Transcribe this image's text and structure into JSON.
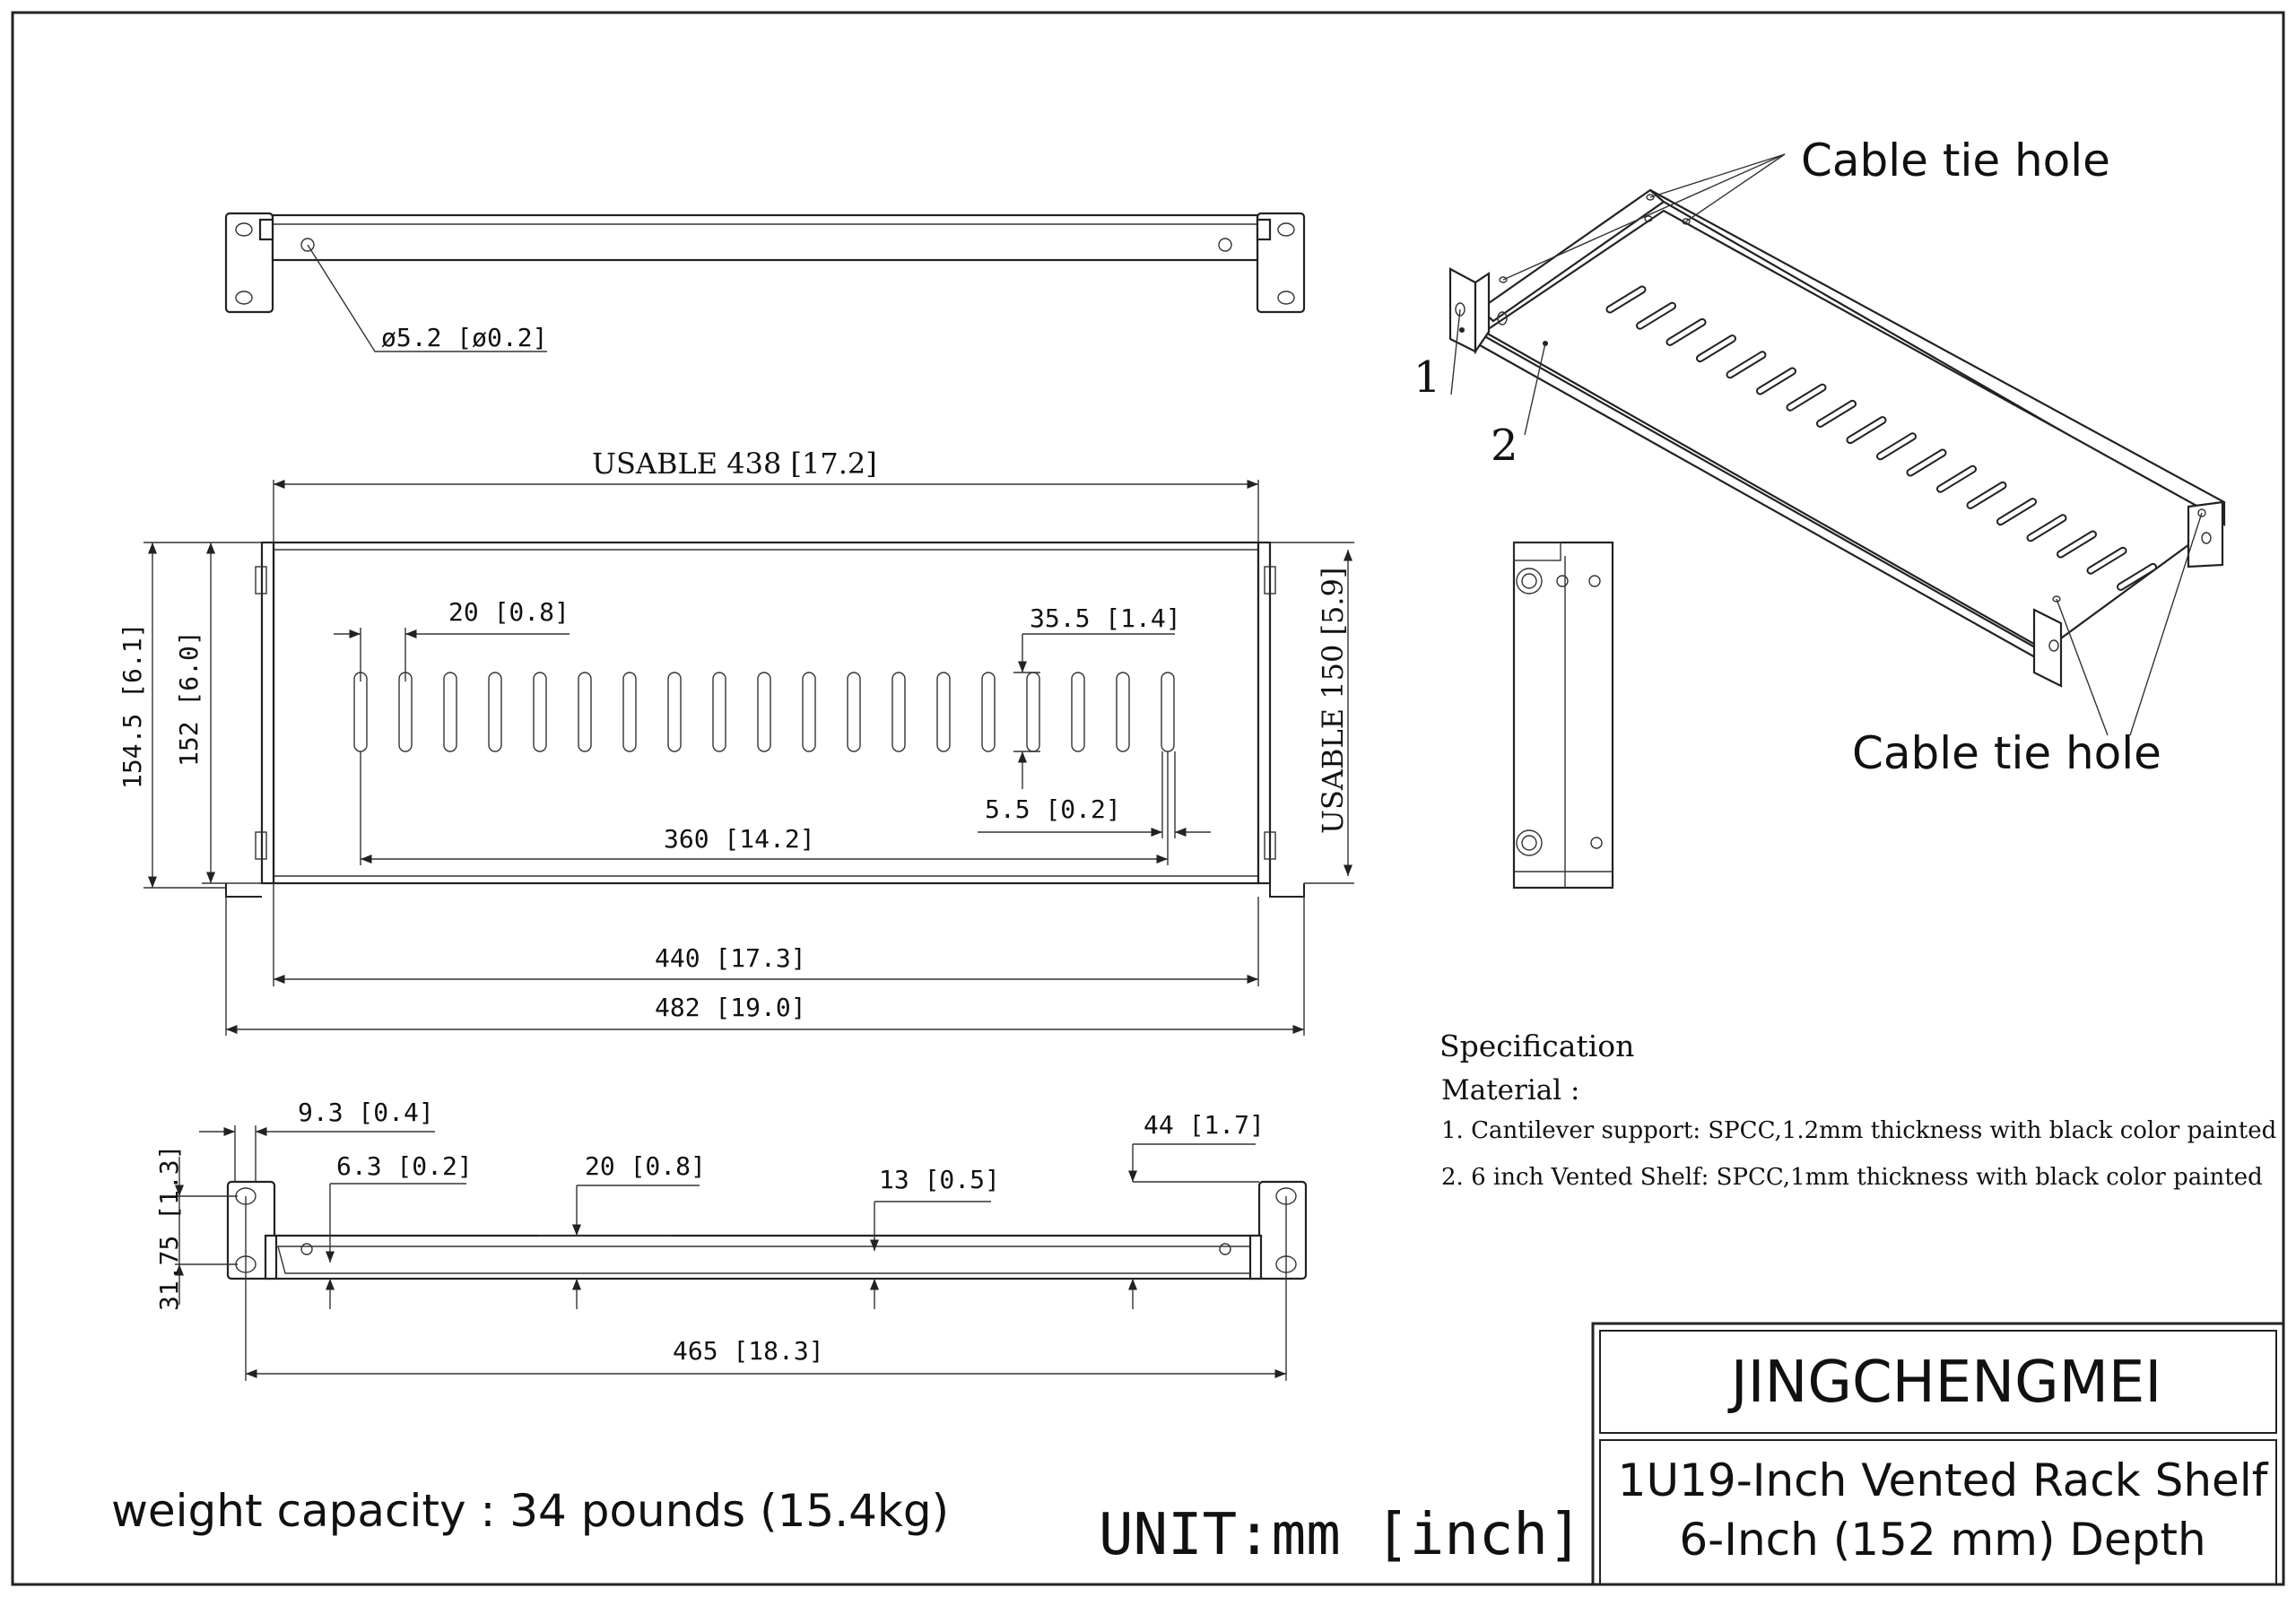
{
  "callouts": {
    "cable_tie_top": "Cable tie hole",
    "cable_tie_bottom": "Cable tie hole",
    "part1": "1",
    "part2": "2"
  },
  "dimensions": {
    "hole_dia": "ø5.2 [ø0.2]",
    "usable_width": "USABLE 438 [17.2]",
    "slot_pitch": "20 [0.8]",
    "slot_length": "35.5 [1.4]",
    "slot_span": "360 [14.2]",
    "slot_width": "5.5 [0.2]",
    "width_440": "440 [17.3]",
    "width_482": "482 [19.0]",
    "depth_154": "154.5 [6.1]",
    "depth_152": "152 [6.0]",
    "usable_depth": "USABLE 150 [5.9]",
    "ear_9_3": "9.3 [0.4]",
    "ear_6_3": "6.3 [0.2]",
    "lip_20": "20 [0.8]",
    "lip_13": "13 [0.5]",
    "height_44": "44 [1.7]",
    "ear_31_75": "31.75 [1.3]",
    "hole_span_465": "465 [18.3]"
  },
  "specification": {
    "heading": "Specification",
    "material_label": "Material :",
    "items": [
      "1.  Cantilever support: SPCC,1.2mm thickness with black color painted",
      "2.  6 inch Vented Shelf: SPCC,1mm thickness with black color painted"
    ]
  },
  "footer": {
    "weight": "weight capacity : 34 pounds (15.4kg)",
    "unit": "UNIT:mm [inch]"
  },
  "title_block": {
    "brand": "JINGCHENGMEI",
    "product_line1": "1U19-Inch Vented Rack Shelf",
    "product_line2": "6-Inch (152 mm) Depth"
  }
}
